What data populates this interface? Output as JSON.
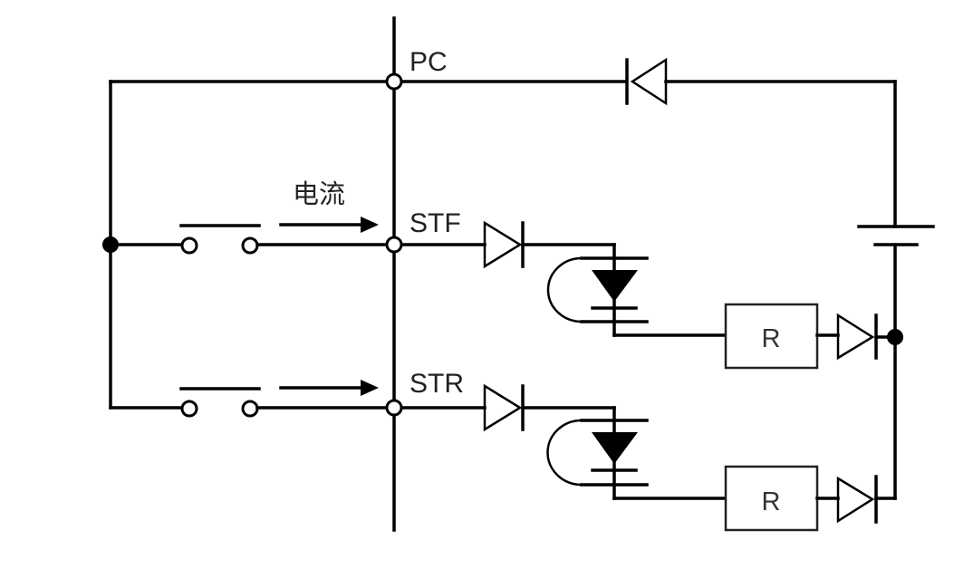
{
  "diagram": {
    "title": "",
    "terminals": [
      {
        "id": "pc",
        "label": "PC"
      },
      {
        "id": "stf",
        "label": "STF"
      },
      {
        "id": "str",
        "label": "STR"
      }
    ],
    "current_label": "电流",
    "resistors": [
      {
        "id": "r1",
        "label": "R"
      },
      {
        "id": "r2",
        "label": "R"
      }
    ],
    "components": [
      "switch-stf",
      "switch-str",
      "diode-pc",
      "diode-stf",
      "diode-str",
      "photocoupler-stf",
      "photocoupler-str",
      "resistor-1",
      "resistor-2",
      "diode-out-1",
      "diode-out-2",
      "battery"
    ],
    "colors": {
      "line": "#000000",
      "background": "#ffffff",
      "text": "#222222"
    }
  }
}
